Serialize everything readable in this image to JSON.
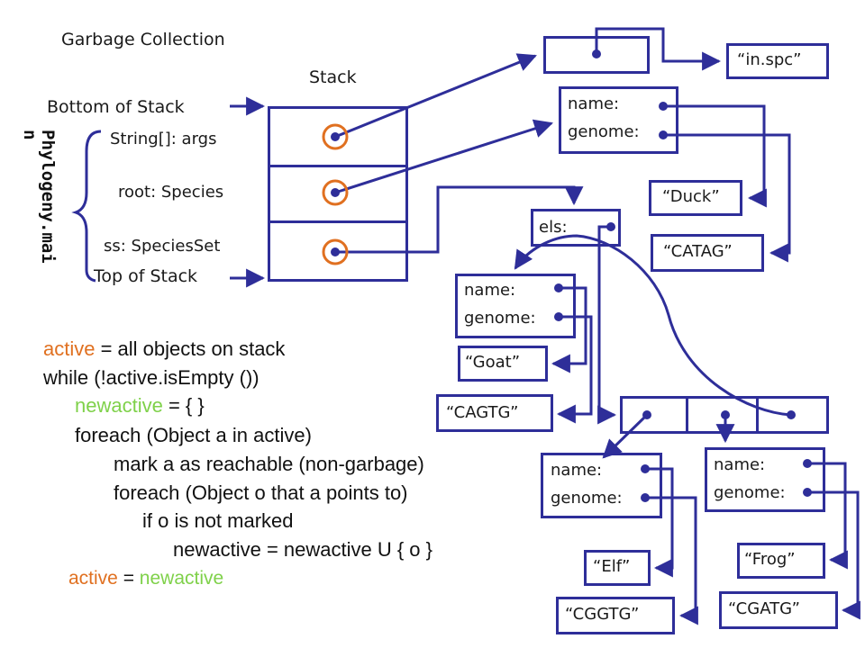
{
  "title": "Garbage Collection",
  "stack": {
    "heading": "Stack",
    "bottom_label": "Bottom of Stack",
    "top_label": "Top of Stack",
    "group_label": "Phylogeny.main",
    "group_label_line1": "Phylogeny.mai",
    "group_label_line2": "n",
    "frames": [
      "String[]: args",
      "root: Species",
      "ss: SpeciesSet"
    ]
  },
  "heap": {
    "args_array_label": "",
    "strings": {
      "in_spc": "“in.spc”",
      "duck": "“Duck”",
      "catag": "“CATAG”",
      "goat": "“Goat”",
      "cagtg": "“CAGTG”",
      "elf": "“Elf”",
      "cggtg": "“CGGTG”",
      "frog": "“Frog”",
      "cgatg": "“CGATG”"
    },
    "field_name": "name:",
    "field_genome": "genome:",
    "field_els": "els:"
  },
  "algorithm": {
    "line1_kw": "active",
    "line1_rest": " = all objects on stack",
    "line2": "while (!active.isEmpty ())",
    "line3_kw": "newactive",
    "line3_rest": " = { }",
    "line4": "foreach (Object a in active)",
    "line5": "mark a as reachable (non-garbage)",
    "line6": "foreach (Object o that a points to)",
    "line7": "if o is not marked",
    "line8": "newactive = newactive U { o }",
    "line9_kw1": "active",
    "line9_mid": " = ",
    "line9_kw2": "newactive"
  },
  "colors": {
    "box_border": "#2e2e99",
    "arrow": "#2e2e99",
    "root_marker": "#e07020",
    "keyword_orange": "#e07020",
    "keyword_green": "#7fd14a"
  }
}
